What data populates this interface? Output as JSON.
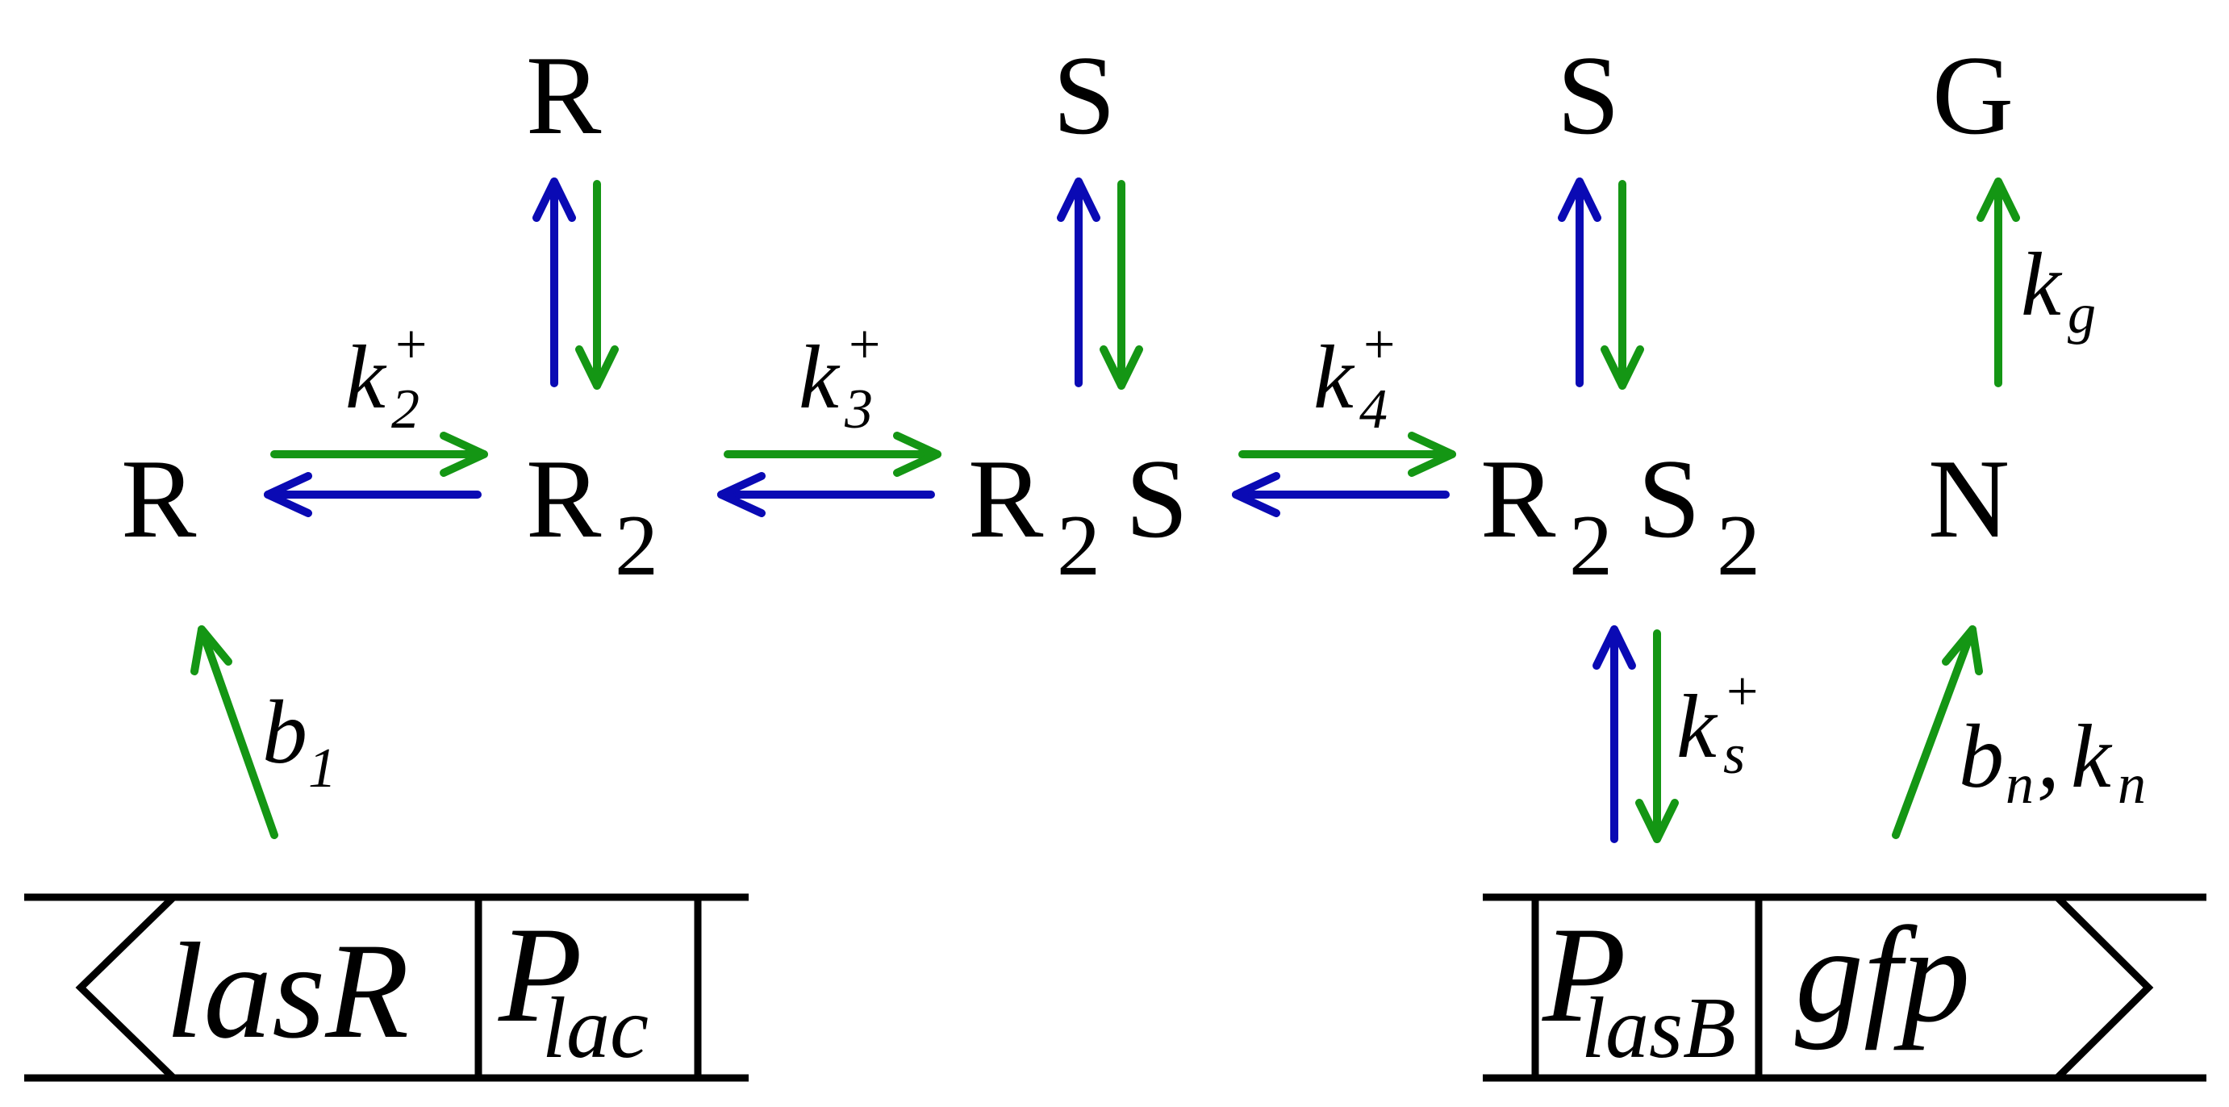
{
  "species": {
    "r_free": "R",
    "r_top": "R",
    "s_top_1": "S",
    "s_top_2": "S",
    "g_top": "G",
    "r2_main": "R",
    "r2_sub": "2",
    "r2s_r": "R",
    "r2s_sub": "2",
    "r2s_s": "S",
    "r2s2_r": "R",
    "r2s2_sub1": "2",
    "r2s2_s": "S",
    "r2s2_sub2": "2",
    "n": "N"
  },
  "rates": {
    "k2": {
      "k": "k",
      "sub": "2",
      "sup": "+"
    },
    "k3": {
      "k": "k",
      "sub": "3",
      "sup": "+"
    },
    "k4": {
      "k": "k",
      "sub": "4",
      "sup": "+"
    },
    "kg": {
      "k": "k",
      "sub": "g"
    },
    "ks": {
      "k": "k",
      "sub": "s",
      "sup": "+"
    },
    "b1": {
      "b": "b",
      "sub": "1"
    },
    "bn_kn": {
      "b": "b",
      "b_sub": "n",
      "sep": ",",
      "k": "k",
      "k_sub": "n"
    }
  },
  "genes": {
    "left": {
      "gene": "lasR",
      "promoter": "P",
      "promoter_sub": "lac"
    },
    "right": {
      "promoter": "P",
      "promoter_sub": "lasB",
      "gene": "gfp"
    }
  },
  "colors": {
    "forward": "#149614",
    "reverse": "#0a0ab4"
  }
}
